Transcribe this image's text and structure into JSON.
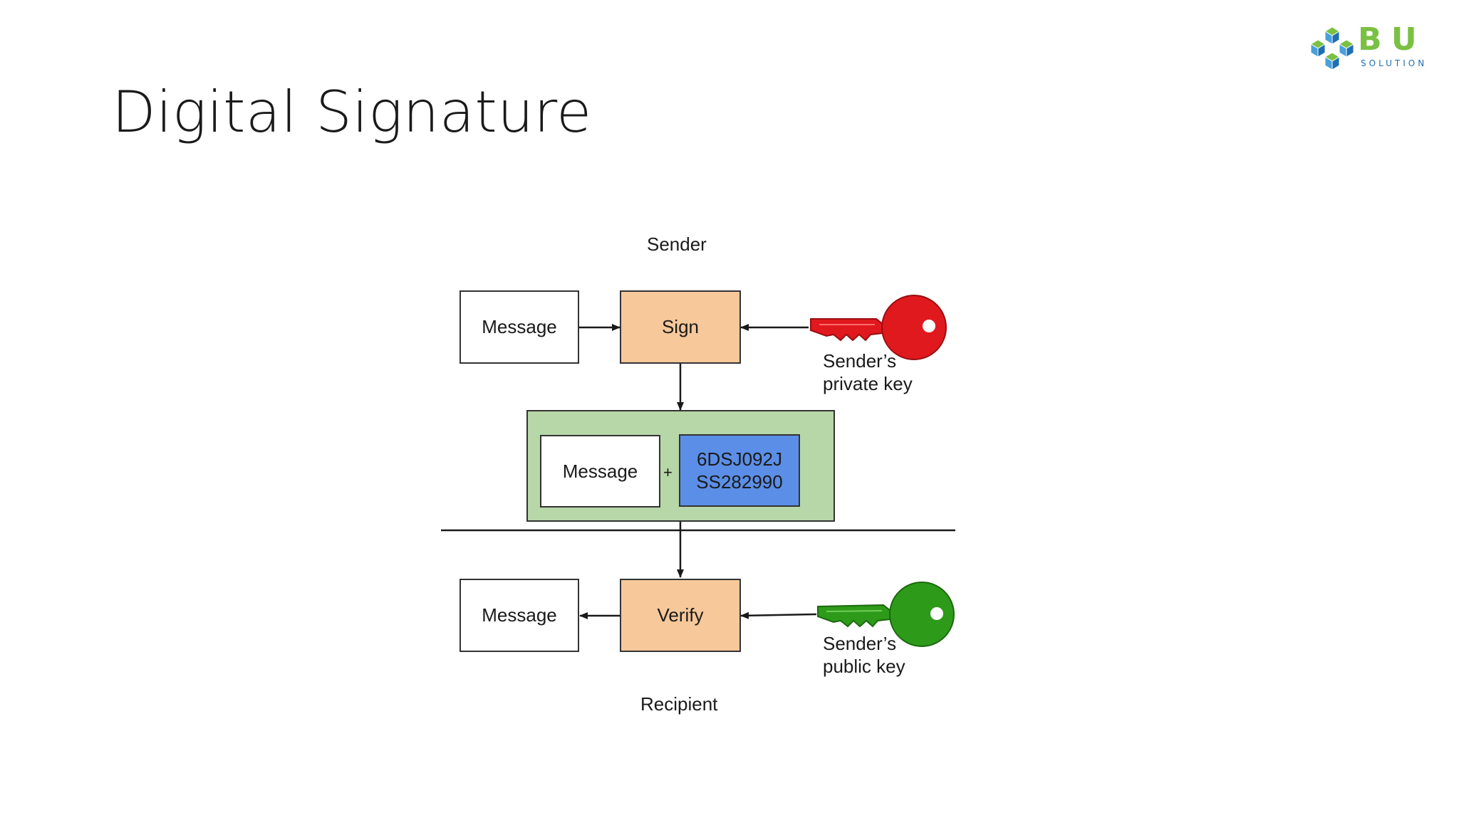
{
  "title": "Digital Signature",
  "logo": {
    "brand": "B U",
    "sub": "SOLUTION"
  },
  "diagram": {
    "sender_label": "Sender",
    "recipient_label": "Recipient",
    "message_top": "Message",
    "sign": "Sign",
    "signed_message": "Message",
    "plus": "+",
    "signature_line1": "6DSJ092J",
    "signature_line2": "SS282990",
    "message_bottom": "Message",
    "verify": "Verify",
    "private_key_line1": "Sender’s",
    "private_key_line2": "private key",
    "public_key_line1": "Sender’s",
    "public_key_line2": "public key"
  },
  "colors": {
    "process_box": "#f6c89a",
    "bundle_box": "#b7d7a8",
    "signature_box": "#5b8ee6",
    "private_key": "#e0191e",
    "public_key": "#2e9a1a",
    "logo_green": "#7ac143",
    "logo_blue": "#1e6fb5"
  },
  "icons": [
    "red-key-icon",
    "green-key-icon",
    "logo-cube-icon"
  ]
}
